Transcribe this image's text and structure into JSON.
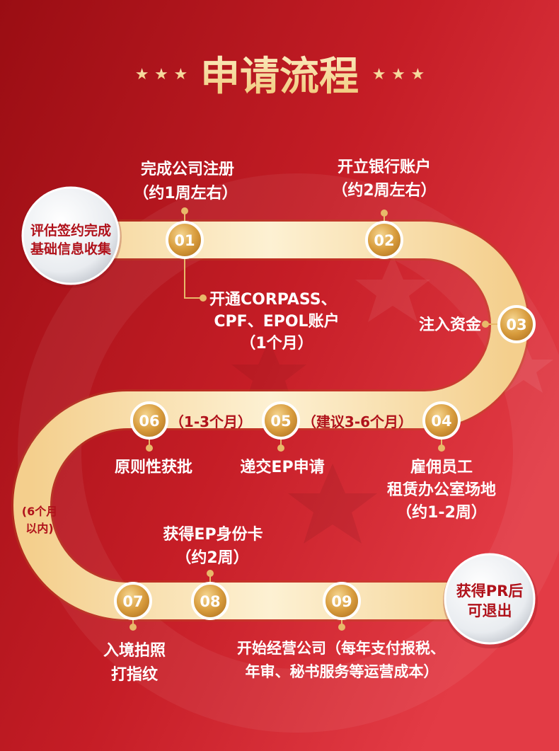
{
  "title": "申请流程",
  "stars_left": "★ ★ ★",
  "stars_right": "★ ★ ★",
  "colors": {
    "bg_dark": "#9e0f14",
    "bg_light": "#e23a44",
    "path_light": "#fdf0cf",
    "path_mid": "#f6d28f",
    "gold_dark": "#c8892d",
    "gold_light": "#f3cf84",
    "title_gold": "#f6dfa2"
  },
  "start_node": {
    "line1": "评估签约完成",
    "line2": "基础信息收集"
  },
  "end_node": {
    "line1": "获得PR后",
    "line2": "可退出"
  },
  "steps": [
    {
      "num": "01",
      "label_lines": [
        "完成公司注册",
        "（约1周左右）"
      ]
    },
    {
      "num": "02",
      "label_lines": [
        "开立银行账户",
        "（约2周左右）"
      ]
    },
    {
      "num": "03",
      "label_lines": [
        "注入资金"
      ]
    },
    {
      "num": "04",
      "label_lines": [
        "雇佣员工",
        "租赁办公室场地",
        "（约1-2周）"
      ]
    },
    {
      "num": "05",
      "label_lines": [
        "递交EP申请"
      ],
      "side_note": "（建议3-6个月）"
    },
    {
      "num": "06",
      "label_lines": [
        "原则性获批"
      ],
      "side_note": "（1-3个月）"
    },
    {
      "num": "07",
      "label_lines": [
        "入境拍照",
        "打指纹"
      ]
    },
    {
      "num": "08",
      "label_lines": [
        "获得EP身份卡",
        "（约2周）"
      ]
    },
    {
      "num": "09",
      "label_lines": [
        "开始经营公司（每年支付报税、",
        "年审、秘书服务等运营成本）"
      ]
    }
  ],
  "branch_note": {
    "lines": [
      "开通CORPASS、",
      "CPF、EPOL账户",
      "（1个月）"
    ]
  },
  "curve_note": {
    "lines": [
      "(6个月",
      "以内)"
    ]
  }
}
